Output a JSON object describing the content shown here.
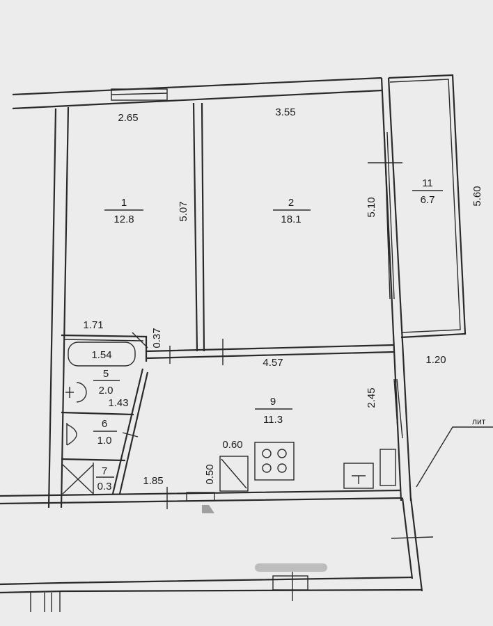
{
  "rooms": {
    "room1": {
      "number": "1",
      "area": "12.8"
    },
    "room2": {
      "number": "2",
      "area": "18.1"
    },
    "room5": {
      "number": "5",
      "area": "2.0"
    },
    "room6": {
      "number": "6",
      "area": "1.0"
    },
    "room7": {
      "number": "7",
      "area": "0.3"
    },
    "room9": {
      "number": "9",
      "area": "11.3"
    },
    "room11": {
      "number": "11",
      "area": "6.7"
    }
  },
  "dimensions": {
    "room1_width": "2.65",
    "room2_width": "3.55",
    "room1_depth": "5.07",
    "room2_depth": "5.10",
    "balcony_length": "5.60",
    "balcony_offset": "1.20",
    "bath_width": "1.71",
    "bathtub": "1.54",
    "wall_0_37": "0.37",
    "wc_1_43": "1.43",
    "kitchen_width": "4.57",
    "kitchen_depth": "2.45",
    "corridor_1_85": "1.85",
    "niche_width": "0.60",
    "niche_depth": "0.50"
  },
  "annotations": {
    "leader_text": "лит"
  }
}
